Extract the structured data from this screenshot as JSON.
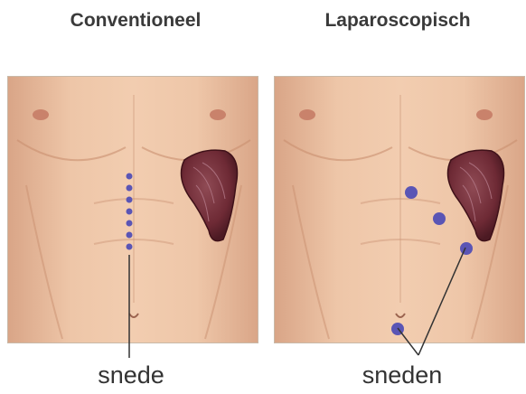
{
  "diagram": {
    "left": {
      "title": "Conventioneel",
      "label": "snede"
    },
    "right": {
      "title": "Laparoscopisch",
      "label": "sneden"
    }
  },
  "colors": {
    "skin": "#e9bfa0",
    "skin_shadow": "#c98f70",
    "marker": "#5a55b5",
    "spleen": "#6e2a35",
    "leader_line": "#333333"
  }
}
